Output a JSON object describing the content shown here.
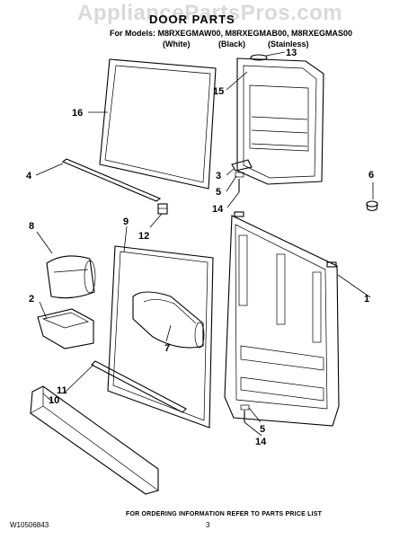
{
  "watermark": "AppliancePartsPros.com",
  "header": {
    "title": "DOOR PARTS",
    "models_line": "For Models: M8RXEGMAW00, M8RXEGMAB00, M8RXEGMAS00",
    "variants": [
      "(White)",
      "(Black)",
      "(Stainless)"
    ]
  },
  "callouts": [
    "1",
    "2",
    "3",
    "4",
    "5",
    "5",
    "6",
    "7",
    "8",
    "9",
    "10",
    "11",
    "12",
    "13",
    "14",
    "14",
    "15",
    "16"
  ],
  "footer": {
    "note": "FOR ORDERING INFORMATION REFER TO PARTS PRICE LIST",
    "doc_code": "W10506843",
    "page_number": "3"
  }
}
